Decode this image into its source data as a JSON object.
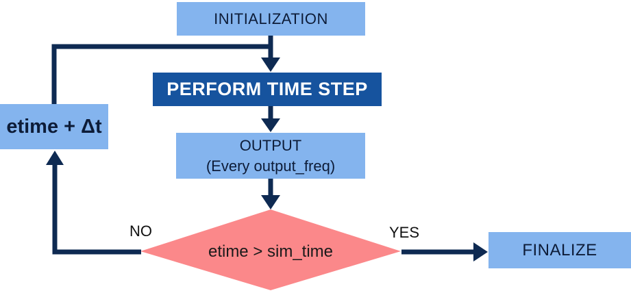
{
  "diagram": {
    "type": "flowchart",
    "nodes": {
      "initialization": {
        "label": "INITIALIZATION",
        "shape": "rectangle",
        "fill": "#84B4EE"
      },
      "perform_time_step": {
        "label": "PERFORM TIME STEP",
        "shape": "rectangle",
        "fill": "#16539E"
      },
      "output": {
        "label_line1": "OUTPUT",
        "label_line2": "(Every output_freq)",
        "shape": "rectangle",
        "fill": "#84B4EE"
      },
      "etime_update": {
        "label": "etime + Δt",
        "shape": "rectangle",
        "fill": "#84B4EE"
      },
      "decision": {
        "label": "etime > sim_time",
        "shape": "diamond",
        "fill": "#FB888A"
      },
      "finalize": {
        "label": "FINALIZE",
        "shape": "rectangle",
        "fill": "#84B4EE"
      }
    },
    "edges": {
      "no_label": "NO",
      "yes_label": "YES",
      "flow": [
        "initialization -> perform_time_step",
        "perform_time_step -> output",
        "output -> decision",
        "decision -(YES)-> finalize",
        "decision -(NO)-> etime_update",
        "etime_update -> perform_time_step"
      ]
    },
    "colors": {
      "light_blue": "#84B4EE",
      "dark_blue": "#16539E",
      "arrow_navy": "#0E2A52",
      "pink": "#FB888A",
      "text_navy": "#0D1C38",
      "text_black": "#1A1A1A"
    }
  }
}
